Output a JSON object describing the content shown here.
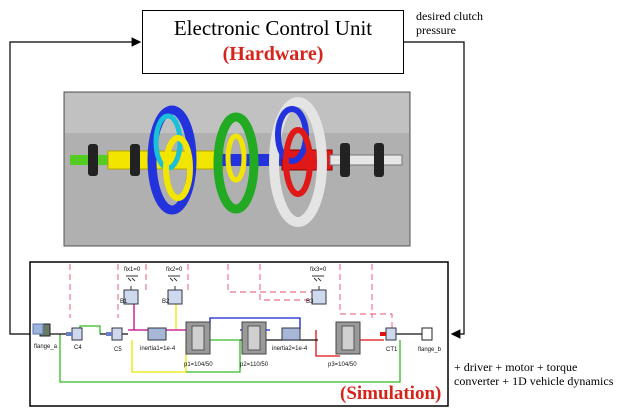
{
  "ecu": {
    "title": "Electronic Control Unit",
    "subtitle": "(Hardware)"
  },
  "notes": {
    "desired_line1": "desired clutch",
    "desired_line2": "pressure",
    "driver_line1": "+ driver + motor + torque",
    "driver_line2": "converter + 1D vehicle dynamics"
  },
  "simulation": {
    "label": "(Simulation)",
    "labels": {
      "flange_a": "flange_a",
      "flange_b": "flange_b",
      "c4": "C4",
      "c5": "C5",
      "ct1": "CT1",
      "inertia1": "inertia1=1e-4",
      "inertia2": "inertia2=1e-4",
      "p1": "p1=104/50",
      "p2": "p2=110/50",
      "p3": "p3=104/50",
      "fix1": "fix1=0",
      "fix2": "fix2=0",
      "fix3": "fix3=0",
      "b1": "B1",
      "b2": "B2",
      "b3": "B3"
    }
  },
  "colors": {
    "accent_red": "#d8231b",
    "gear_blue": "#2233dd",
    "gear_green": "#22aa22",
    "gear_white": "#e4e4e4",
    "shaft_yellow": "#f2e600",
    "shaft_red": "#e01818",
    "shaft_green": "#55cc22",
    "wire_yellow": "#e8e800",
    "wire_magenta": "#c2008a",
    "wire_blue": "#1020d0",
    "wire_red": "#dd1111"
  }
}
